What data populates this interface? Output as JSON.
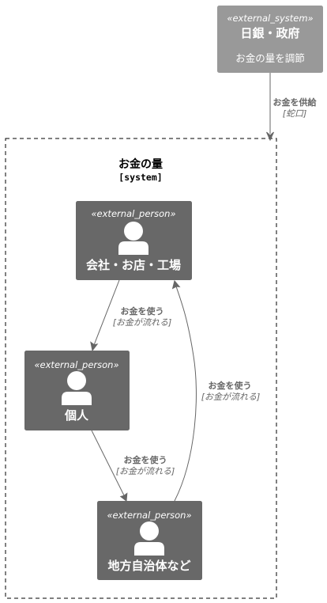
{
  "colors": {
    "external_system_fill": "#999999",
    "external_person_fill": "#686868",
    "node_text": "#ffffff",
    "edge": "#666666",
    "boundary_stroke": "#000000"
  },
  "boundary": {
    "title": "お金の量",
    "type": "[system]"
  },
  "nodes": {
    "central_bank": {
      "stereotype": "«external_system»",
      "name": "日銀・政府",
      "description": "お金の量を調節"
    },
    "companies": {
      "stereotype": "«external_person»",
      "name": "会社・お店・工場",
      "icon": "person-icon"
    },
    "individual": {
      "stereotype": "«external_person»",
      "name": "個人",
      "icon": "person-icon"
    },
    "local_government": {
      "stereotype": "«external_person»",
      "name": "地方自治体など",
      "icon": "person-icon"
    }
  },
  "edges": {
    "supply": {
      "label": "お金を供給",
      "tech": "[蛇口]"
    },
    "companies_to_individual": {
      "label": "お金を使う",
      "tech": "[お金が流れる]"
    },
    "individual_to_local": {
      "label": "お金を使う",
      "tech": "[お金が流れる]"
    },
    "local_to_companies": {
      "label": "お金を使う",
      "tech": "[お金が流れる]"
    }
  }
}
